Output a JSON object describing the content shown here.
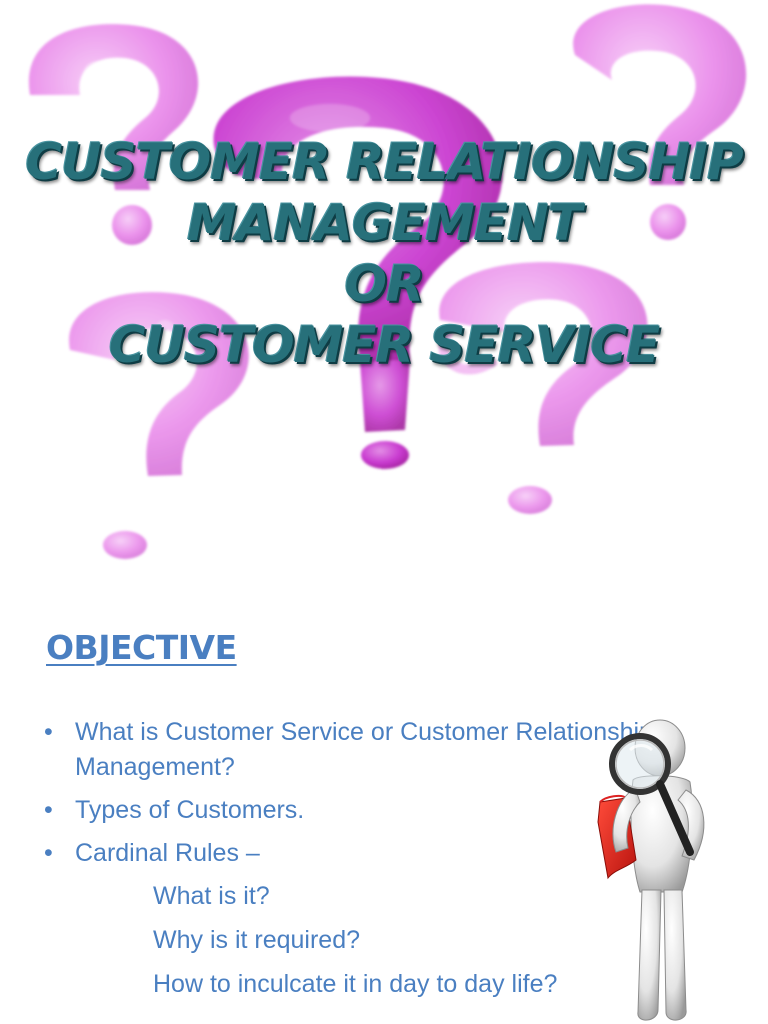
{
  "title_slide": {
    "lines": [
      "CUSTOMER RELATIONSHIP",
      "MANAGEMENT",
      "OR",
      "CUSTOMER SERVICE"
    ]
  },
  "objective_slide": {
    "heading": "OBJECTIVE",
    "items": [
      {
        "text": "What is Customer Service or Customer Relationship Management?",
        "level": 1
      },
      {
        "text": "Types of Customers.",
        "level": 1
      },
      {
        "text": "Cardinal Rules –",
        "level": 1
      },
      {
        "text": "What is it?",
        "level": 2
      },
      {
        "text": "Why is it required?",
        "level": 2
      },
      {
        "text": "How to inculcate it in day to day life?",
        "level": 2
      }
    ]
  },
  "colors": {
    "title": "#27707a",
    "heading": "#4a7fc1",
    "body_text": "#4a7fc1",
    "question_marks": "#e77fe8"
  },
  "icons": [
    "question-mark-icon",
    "magnifying-glass-icon",
    "paper-icon",
    "person-figure-icon"
  ]
}
